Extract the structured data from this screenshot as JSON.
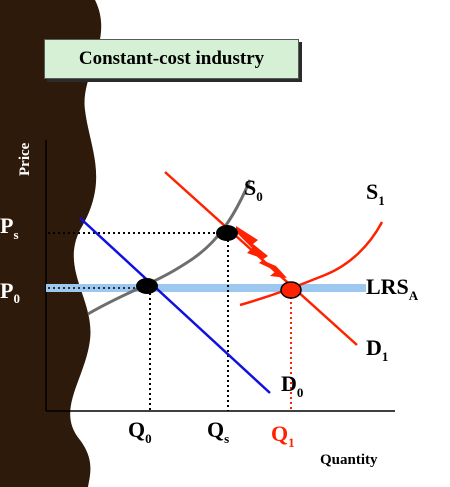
{
  "title": "Constant-cost industry",
  "axes": {
    "y_label": "Price",
    "x_label": "Quantity"
  },
  "price_labels": {
    "ps": {
      "main": "P",
      "sub": "s"
    },
    "p0": {
      "main": "P",
      "sub": "0"
    }
  },
  "quantity_labels": {
    "q0": {
      "main": "Q",
      "sub": "0"
    },
    "qs": {
      "main": "Q",
      "sub": "s"
    },
    "q1": {
      "main": "Q",
      "sub": "1"
    }
  },
  "curve_labels": {
    "s0": {
      "main": "S",
      "sub": "0"
    },
    "s1": {
      "main": "S",
      "sub": "1"
    },
    "lrs": {
      "main": "LRS",
      "sub": "A"
    },
    "d1": {
      "main": "D",
      "sub": "1"
    },
    "d0": {
      "main": "D",
      "sub": "0"
    }
  },
  "colors": {
    "background_edge": "#2e1a0a",
    "supply_old": "#6e6e6e",
    "demand_old": "#1010e0",
    "shift": "#ff2200",
    "lrs": "#9cc8f0",
    "title_fill": "#d5f0d5",
    "q1_text": "#ff2200"
  }
}
